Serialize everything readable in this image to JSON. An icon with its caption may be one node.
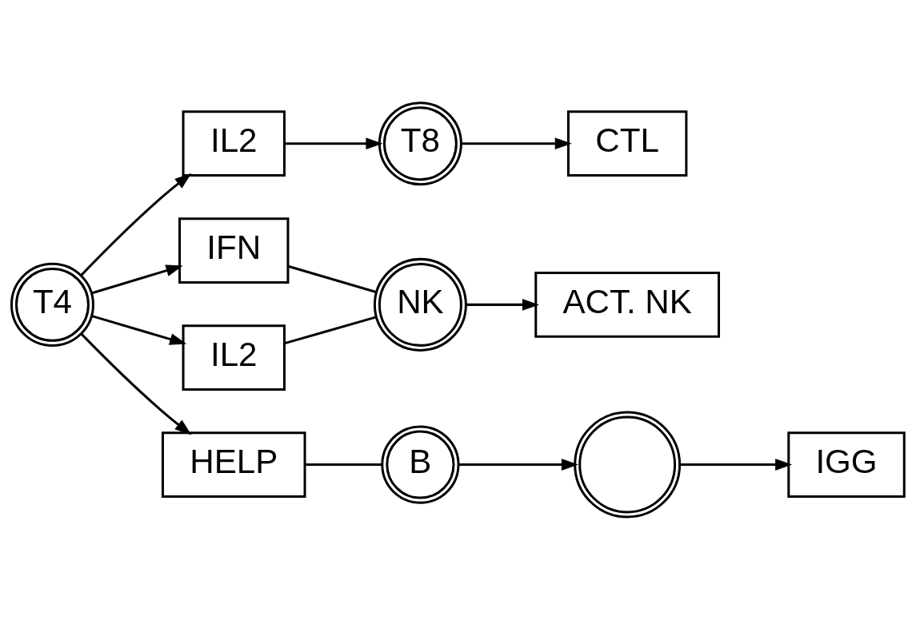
{
  "diagram": {
    "nodes": [
      {
        "text": [
          "T4"
        ]
      },
      {
        "text": [
          "IL2"
        ]
      },
      {
        "text": [
          "IFN"
        ]
      },
      {
        "text": [
          "IL2"
        ]
      },
      {
        "text": [
          "T8"
        ]
      },
      {
        "text": [
          "CTL"
        ]
      },
      {
        "text": [
          "NK"
        ]
      },
      {
        "text": [
          "ACT. NK"
        ]
      },
      {
        "text": [
          "HELP"
        ]
      },
      {
        "text": [
          "B"
        ]
      },
      {
        "text": [],
        "shape": "circle"
      },
      {
        "text": [
          "IGG"
        ]
      }
    ],
    "edges": [
      {
        "from": 0,
        "to": 1,
        "arrow": "to"
      },
      {
        "from": 0,
        "to": 2,
        "arrow": "to"
      },
      {
        "from": 0,
        "to": 3,
        "arrow": "to"
      },
      {
        "from": 0,
        "to": 8,
        "arrow": "to"
      },
      {
        "from": 1,
        "to": 4,
        "arrow": "to"
      },
      {
        "from": 4,
        "to": 5,
        "arrow": "to"
      },
      {
        "from": 2,
        "to": 6,
        "arrow": "none"
      },
      {
        "from": 3,
        "to": 6,
        "arrow": "none"
      },
      {
        "from": 6,
        "to": 7,
        "arrow": "to"
      },
      {
        "from": 8,
        "to": 9,
        "arrow": "none"
      },
      {
        "from": 9,
        "to": 10,
        "arrow": "to"
      },
      {
        "from": 10,
        "to": 11,
        "arrow": "to"
      }
    ]
  }
}
